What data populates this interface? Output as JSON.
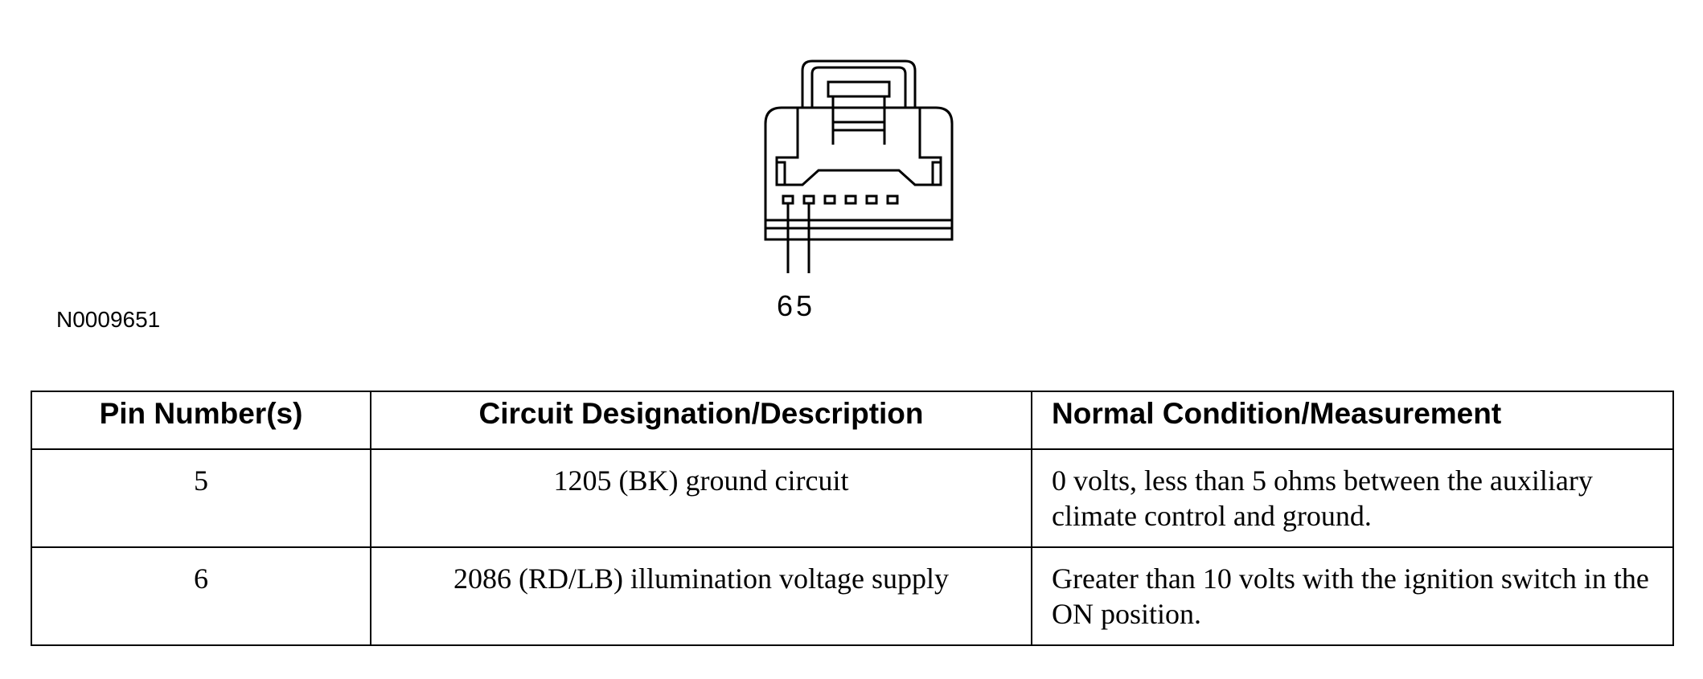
{
  "diagram": {
    "figure_id": "N0009651",
    "pin_callouts": [
      "6",
      "5"
    ]
  },
  "table": {
    "headers": [
      "Pin Number(s)",
      "Circuit Designation/Description",
      "Normal Condition/Measurement"
    ],
    "rows": [
      {
        "pin": "5",
        "circuit": "1205 (BK) ground circuit",
        "condition": "0 volts, less than 5 ohms between the auxiliary climate control and ground."
      },
      {
        "pin": "6",
        "circuit": "2086 (RD/LB) illumination voltage supply",
        "condition": "Greater than 10 volts with the ignition switch in the ON position."
      }
    ]
  }
}
